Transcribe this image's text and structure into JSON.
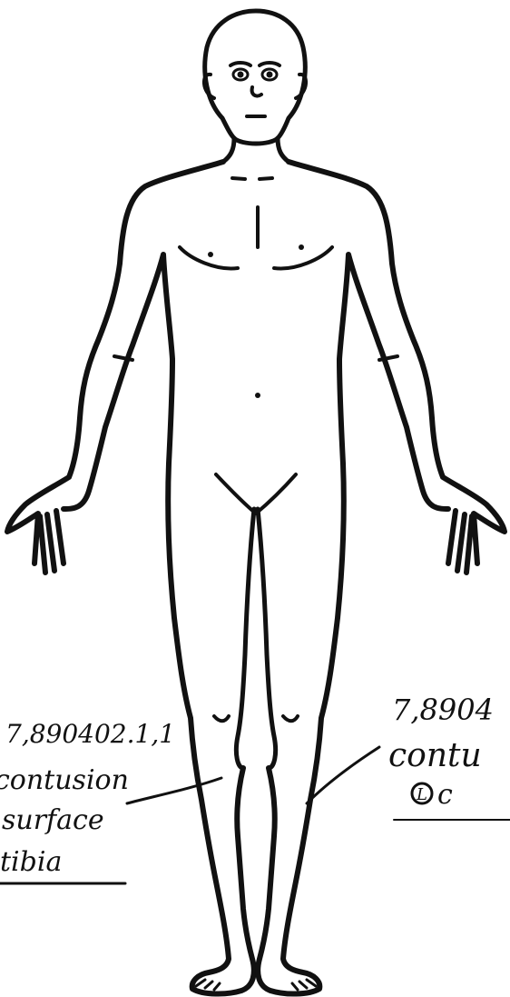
{
  "annotations": {
    "right_leg": {
      "code": "7,890402.1,1",
      "lines": [
        "contusion",
        "surface",
        "tibia"
      ]
    },
    "left_leg": {
      "code": "7,8904",
      "lines": [
        "contu",
        "c"
      ],
      "side_marker": "L"
    }
  },
  "colors": {
    "ink": "#111111",
    "background": "#ffffff"
  }
}
